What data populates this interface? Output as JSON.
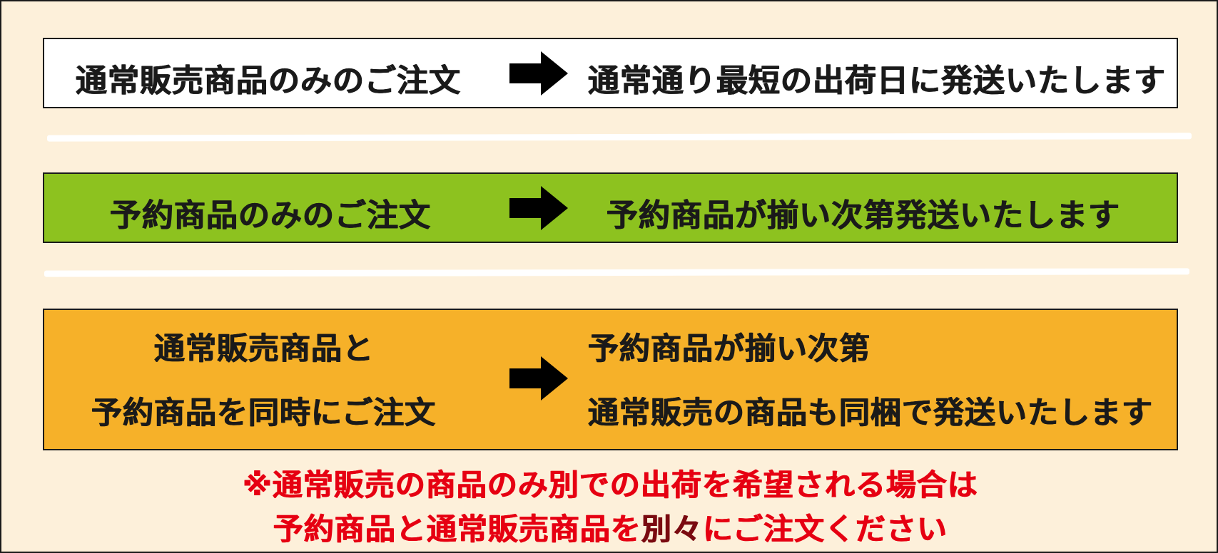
{
  "rows": [
    {
      "left_text": "通常販売商品のみのご注文",
      "right_text": "通常通り最短の出荷日に発送いたします",
      "background": "#ffffff"
    },
    {
      "left_text": "予約商品のみのご注文",
      "right_text": "予約商品が揃い次第発送いたします",
      "background": "#8dc21f"
    },
    {
      "left_lines": [
        "通常販売商品と",
        "予約商品を同時にご注文"
      ],
      "right_lines": [
        "予約商品が揃い次第",
        "通常販売の商品も同梱で発送いたします"
      ],
      "background": "#f6b129"
    }
  ],
  "arrow_icon": "right-arrow-icon",
  "note": {
    "line1": "※通常販売の商品のみ別での出荷を希望される場合は",
    "line2_before": "予約商品と通常販売商品を",
    "line2_emphasis": "別々",
    "line2_after": "にご注文ください",
    "color": "#e60012",
    "emphasis_color": "#7a0a10"
  },
  "colors": {
    "page_background": "#fdf0da",
    "text": "#1a1a1a",
    "separator": "#ffffff"
  }
}
